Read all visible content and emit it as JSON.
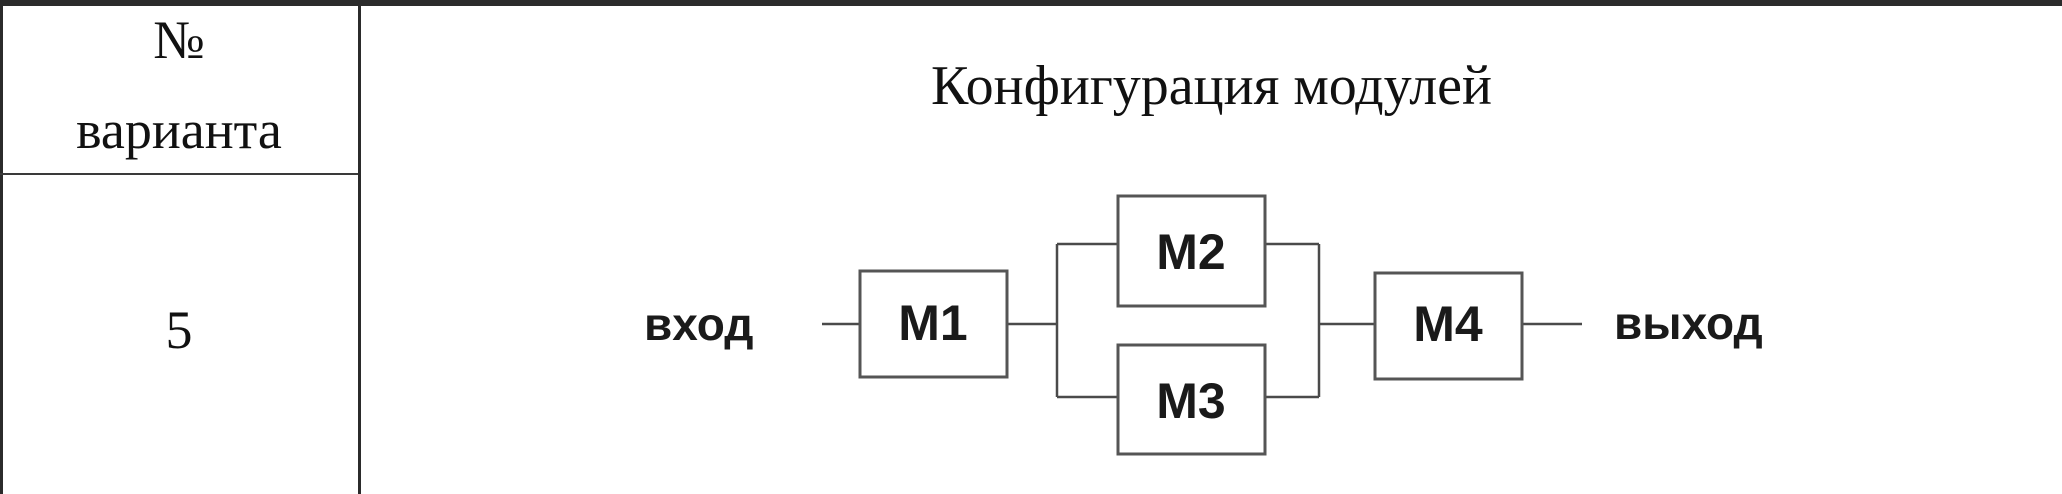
{
  "table": {
    "header": {
      "num_sign": "№",
      "variant_label": "варианта",
      "config_title": "Конфигурация модулей"
    },
    "row": {
      "variant_number": "5"
    }
  },
  "diagram": {
    "input_label": "вход",
    "output_label": "выход",
    "modules": [
      {
        "id": "M1",
        "label": "M1"
      },
      {
        "id": "M2",
        "label": "M2"
      },
      {
        "id": "M3",
        "label": "M3"
      },
      {
        "id": "M4",
        "label": "M4"
      }
    ],
    "connections": [
      [
        "вход",
        "M1"
      ],
      [
        "M1",
        "M2"
      ],
      [
        "M1",
        "M3"
      ],
      [
        "M2",
        "M4"
      ],
      [
        "M3",
        "M4"
      ],
      [
        "M4",
        "выход"
      ]
    ],
    "colors": {
      "line": "#4a4a4a",
      "box_border": "#555555",
      "text": "#1a1a1a"
    }
  }
}
